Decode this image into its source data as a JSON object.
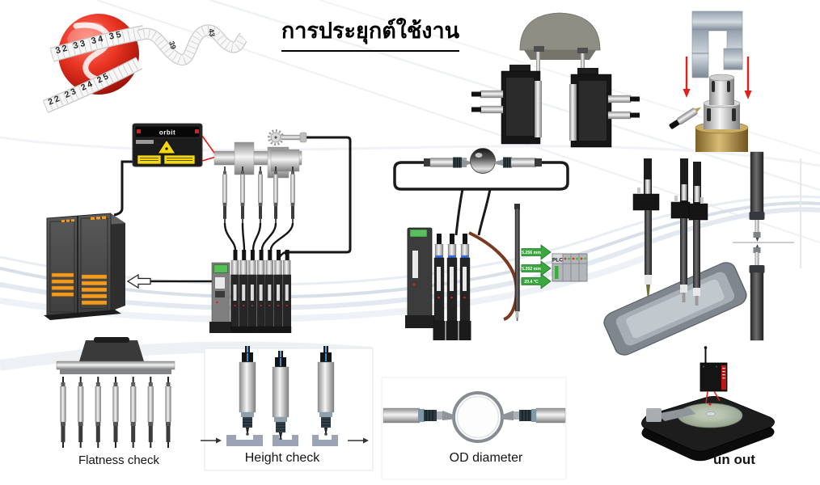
{
  "title": "การประยุกต์ใช้งาน",
  "logo": {
    "band_front": "32 33 34 35",
    "band_lower": "22 23 24 25",
    "wave_a": "39",
    "wave_b": "43"
  },
  "laser_unit": {
    "brand": "orbit"
  },
  "outputs": {
    "reading_1": "5.256 mm",
    "reading_2": "5.352 mm",
    "reading_3": "20.4 °C",
    "plc": "PLC"
  },
  "captions": {
    "flatness": "Flatness check",
    "height": "Height check",
    "od": "OD diameter",
    "runout": "un out"
  }
}
